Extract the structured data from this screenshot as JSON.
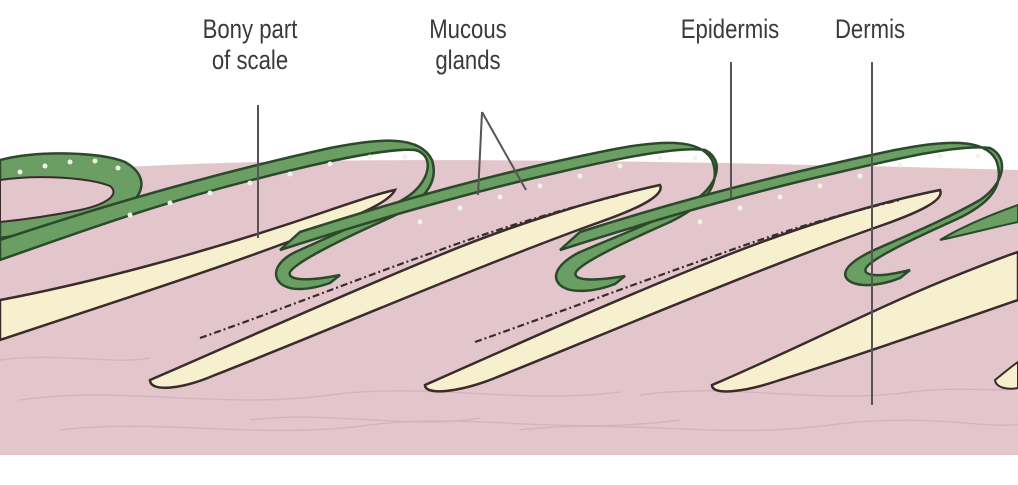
{
  "labels": {
    "bony_line1": "Bony part",
    "bony_line2": "of scale",
    "mucous_line1": "Mucous",
    "mucous_line2": "glands",
    "epidermis": "Epidermis",
    "dermis": "Dermis"
  },
  "colors": {
    "dermis": "#e3c6cc",
    "dermis_texture": "#d6aeb7",
    "scale": "#f7f0cf",
    "epidermis": "#6a9e62",
    "epidermis_outline": "#2b4a2c",
    "gland_dots": "#eef5e6",
    "outline": "#3a2c2c",
    "leader": "#555555"
  }
}
